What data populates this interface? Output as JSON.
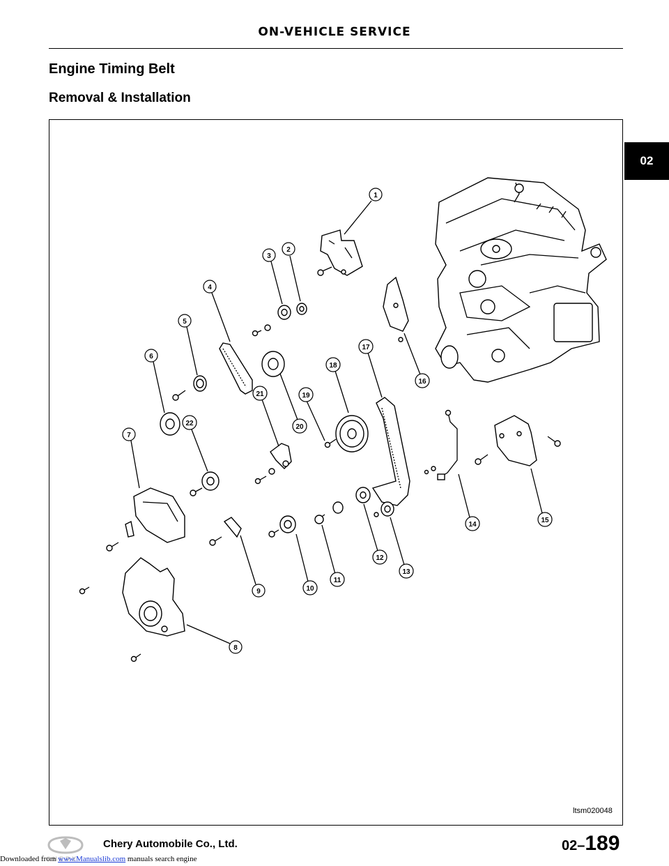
{
  "header": {
    "section": "ON-VEHICLE SERVICE"
  },
  "page": {
    "title": "Engine Timing Belt",
    "subtitle": "Removal & Installation",
    "chapter_tab": "02"
  },
  "figure": {
    "id": "ltsm020048",
    "callouts": [
      "1",
      "2",
      "3",
      "4",
      "5",
      "6",
      "7",
      "8",
      "9",
      "10",
      "11",
      "12",
      "13",
      "14",
      "15",
      "16",
      "17",
      "18",
      "19",
      "20",
      "21",
      "22"
    ]
  },
  "footer": {
    "company": "Chery Automobile Co., Ltd.",
    "page_prefix": "02–",
    "page_number": "189",
    "logo_text": "CHERY"
  },
  "download_note": {
    "prefix": "Downloaded from ",
    "link": "www.Manualslib.com",
    "suffix": " manuals search engine"
  }
}
